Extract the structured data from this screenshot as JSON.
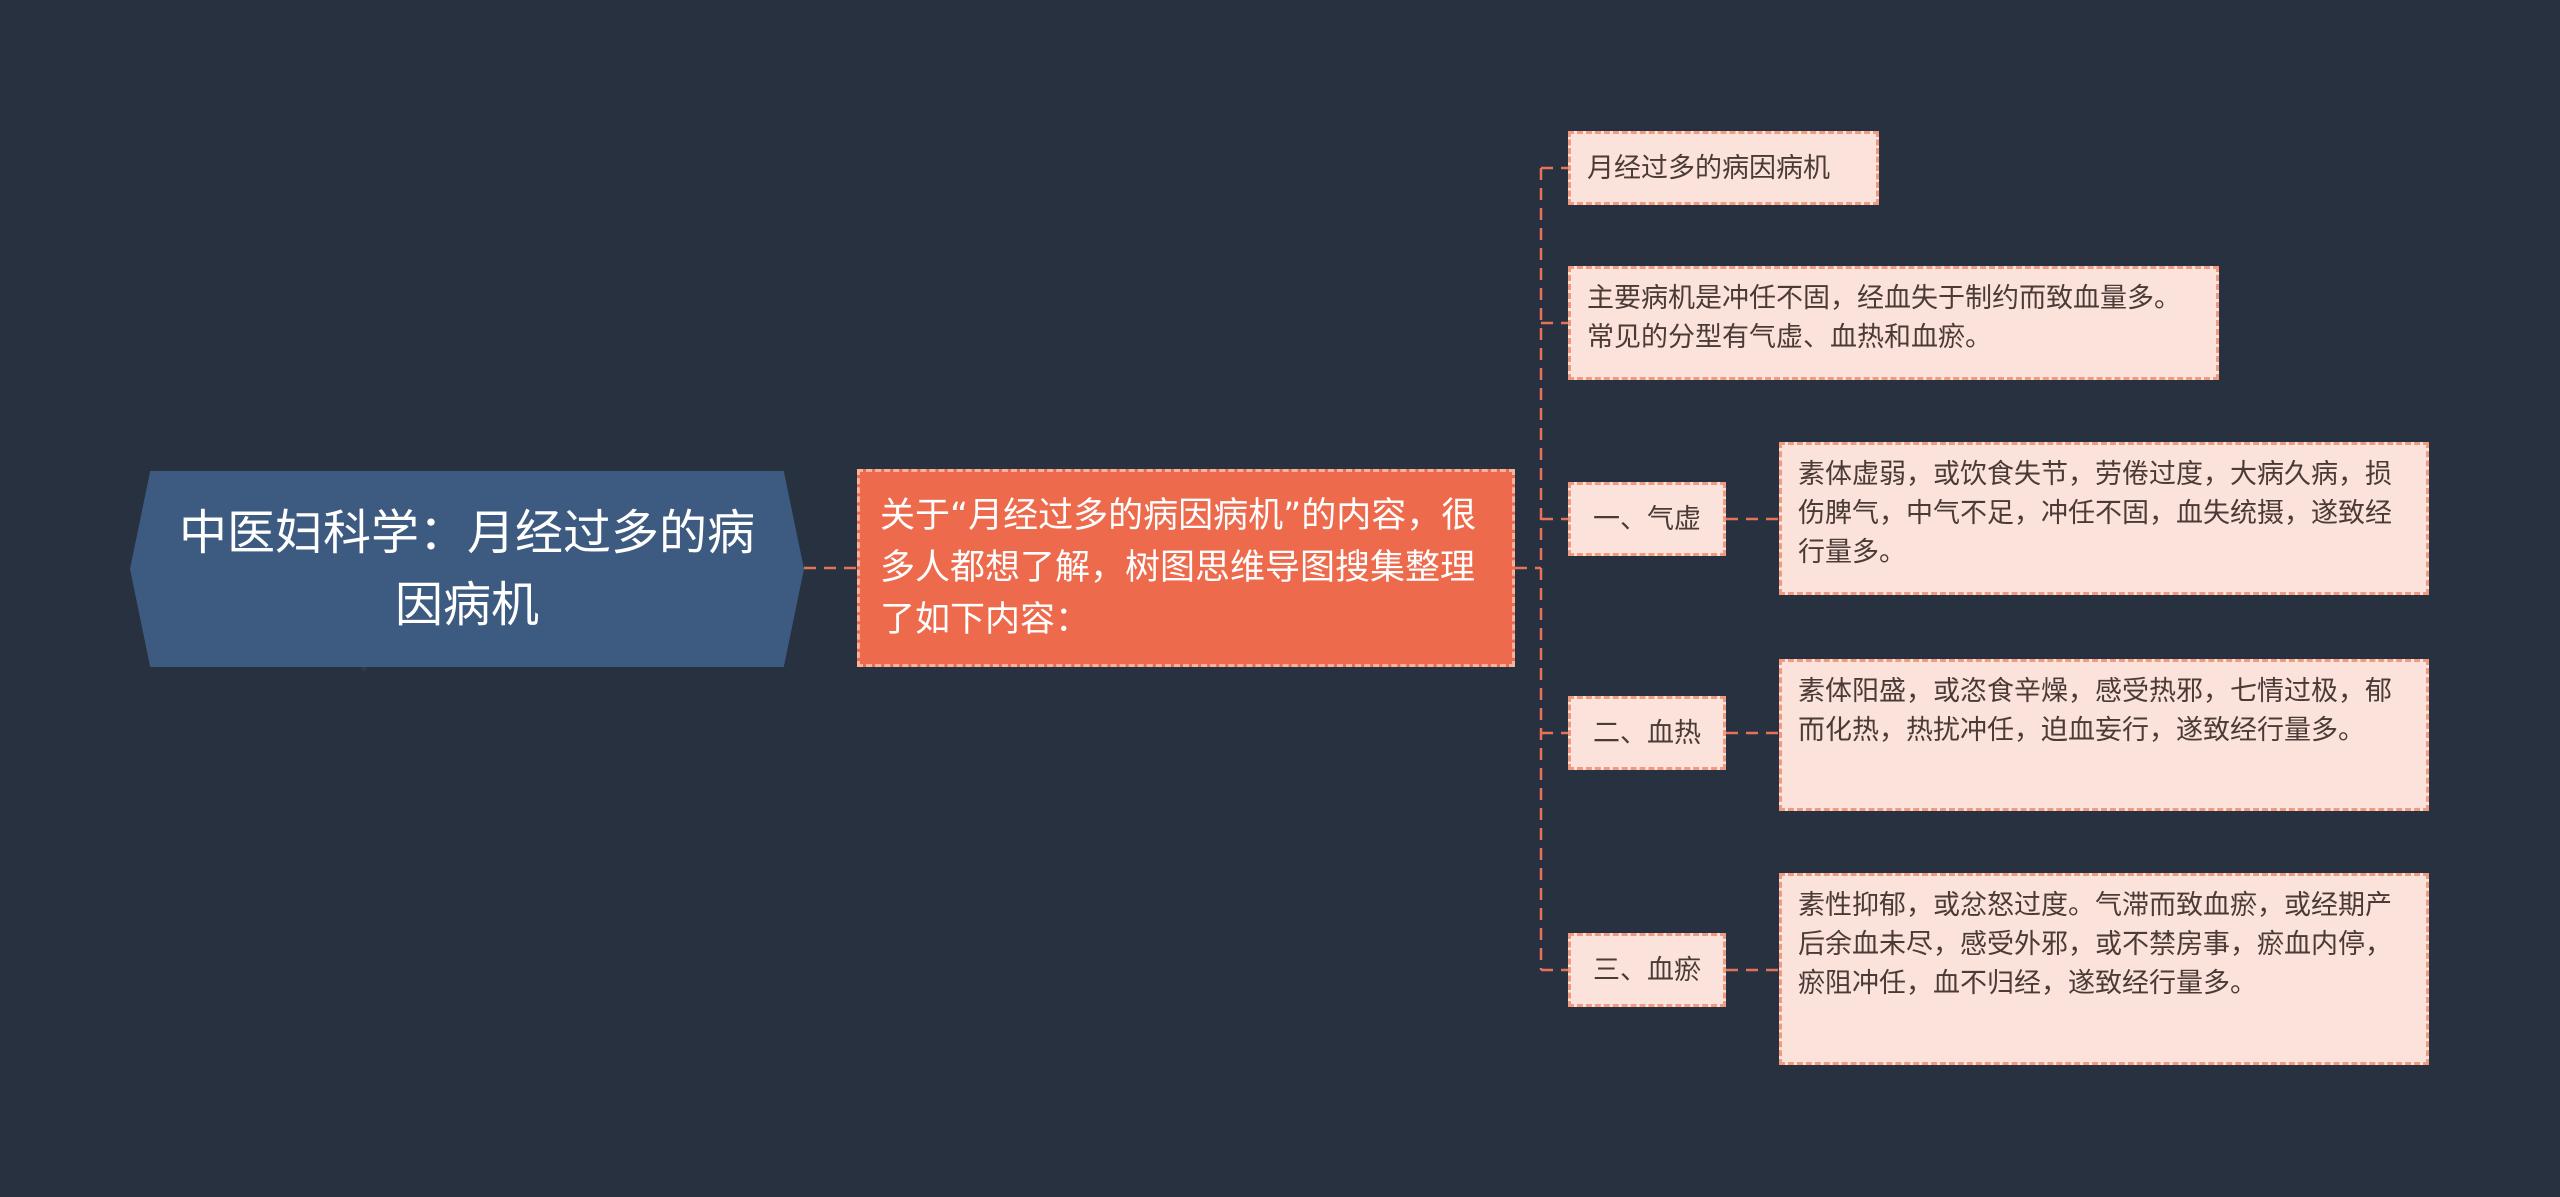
{
  "colors": {
    "background": "#283140",
    "root": "#3d5a80",
    "main": "#ee6a4c",
    "leaf": "#fbe2db",
    "line": "#e5735a"
  },
  "mindmap": {
    "root": "中医妇科学：月经过多的病因病机",
    "main": "关于“月经过多的病因病机”的内容，很多人都想了解，树图思维导图搜集整理了如下内容：",
    "title_node": "月经过多的病因病机",
    "main_pathology": "主要病机是冲任不固，经血失于制约而致血量多。常见的分型有气虚、血热和血瘀。",
    "types": [
      {
        "label": "一、气虚",
        "desc": "素体虚弱，或饮食失节，劳倦过度，大病久病，损伤脾气，中气不足，冲任不固，血失统摄，遂致经行量多。"
      },
      {
        "label": "二、血热",
        "desc": "素体阳盛，或恣食辛燥，感受热邪，七情过极，郁而化热，热扰冲任，迫血妄行，遂致经行量多。"
      },
      {
        "label": "三、血瘀",
        "desc": "素性抑郁，或忿怒过度。气滞而致血瘀，或经期产后余血未尽，感受外邪，或不禁房事，瘀血内停，瘀阻冲任，血不归经，遂致经行量多。"
      }
    ]
  }
}
